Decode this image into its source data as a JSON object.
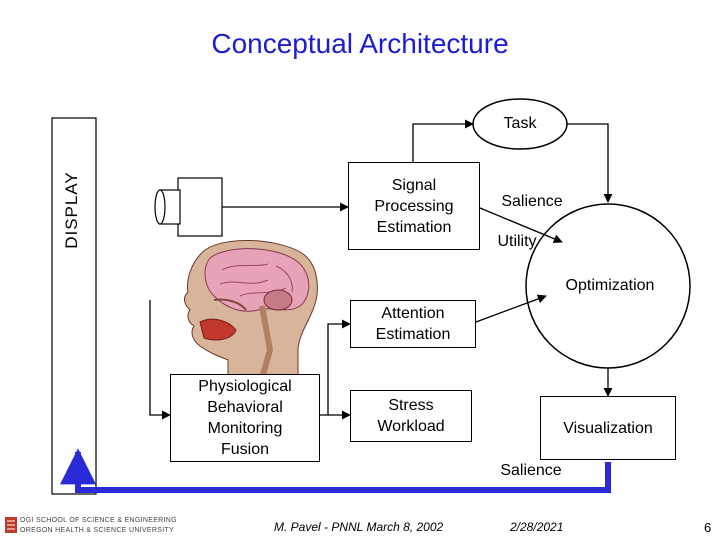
{
  "title": "Conceptual Architecture",
  "display_label": "DISPLAY",
  "nodes": {
    "task": "Task",
    "signal": "Signal\nProcessing\nEstimation",
    "salience_top": "Salience",
    "utility": "Utility",
    "optimization": "Optimization",
    "attention": "Attention\nEstimation",
    "physiological": "Physiological\nBehavioral\nMonitoring\nFusion",
    "stress": "Stress\nWorkload",
    "visualization": "Visualization",
    "salience_bottom": "Salience"
  },
  "footer": {
    "author": "M. Pavel - PNNL March 8, 2002",
    "date": "2/28/2021",
    "page": "6",
    "logo_line1": "OGI SCHOOL OF SCIENCE & ENGINEERING",
    "logo_line2": "OREGON HEALTH & SCIENCE UNIVERSITY"
  },
  "colors": {
    "title": "#1c1cd0",
    "feedback_arrow": "#2a2ad8"
  }
}
